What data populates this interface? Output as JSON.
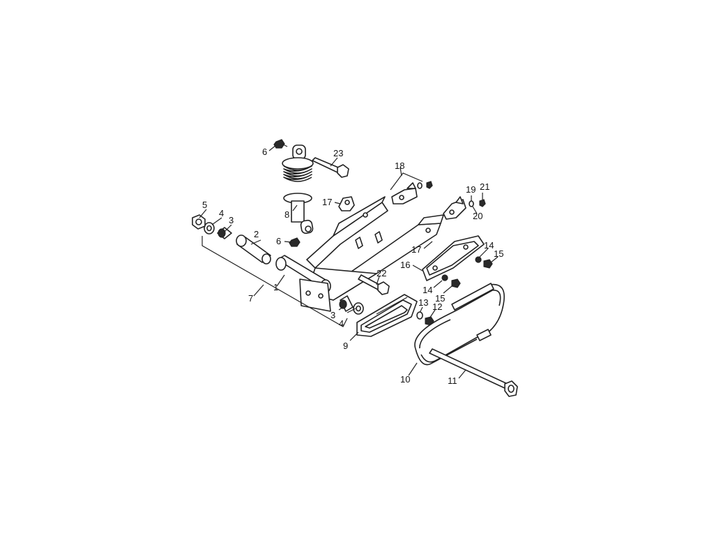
{
  "diagram": {
    "callouts": [
      {
        "id": "c1",
        "label": "1"
      },
      {
        "id": "c2",
        "label": "2"
      },
      {
        "id": "c3a",
        "label": "3"
      },
      {
        "id": "c3b",
        "label": "3"
      },
      {
        "id": "c4a",
        "label": "4"
      },
      {
        "id": "c4b",
        "label": "4"
      },
      {
        "id": "c5",
        "label": "5"
      },
      {
        "id": "c6a",
        "label": "6"
      },
      {
        "id": "c6b",
        "label": "6"
      },
      {
        "id": "c7",
        "label": "7"
      },
      {
        "id": "c8",
        "label": "8"
      },
      {
        "id": "c9",
        "label": "9"
      },
      {
        "id": "c10",
        "label": "10"
      },
      {
        "id": "c11",
        "label": "11"
      },
      {
        "id": "c12",
        "label": "12"
      },
      {
        "id": "c13",
        "label": "13"
      },
      {
        "id": "c14a",
        "label": "14"
      },
      {
        "id": "c14b",
        "label": "14"
      },
      {
        "id": "c15a",
        "label": "15"
      },
      {
        "id": "c15b",
        "label": "15"
      },
      {
        "id": "c16",
        "label": "16"
      },
      {
        "id": "c17a",
        "label": "17"
      },
      {
        "id": "c17b",
        "label": "17"
      },
      {
        "id": "c18",
        "label": "18"
      },
      {
        "id": "c19",
        "label": "19"
      },
      {
        "id": "c20",
        "label": "20"
      },
      {
        "id": "c21",
        "label": "21"
      },
      {
        "id": "c22",
        "label": "22"
      },
      {
        "id": "c23",
        "label": "23"
      }
    ]
  }
}
